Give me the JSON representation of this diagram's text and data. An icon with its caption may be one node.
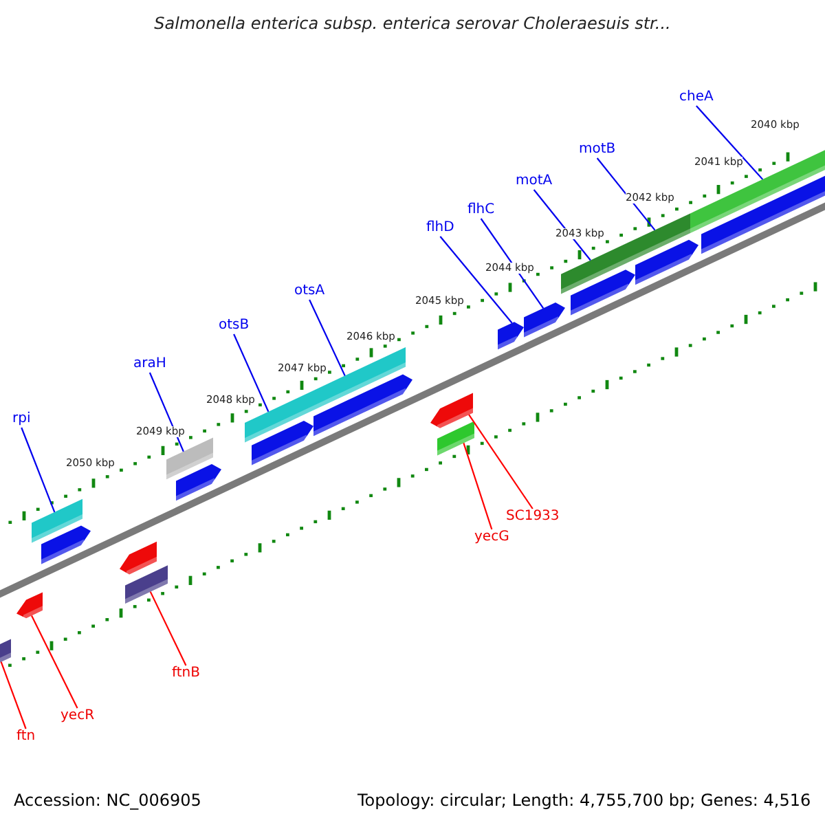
{
  "diagram": {
    "title": "Salmonella enterica subsp. enterica serovar Choleraesuis str...",
    "nodes": [
      {
        "text": [
          "cheA"
        ]
      },
      {
        "text": [
          "motB"
        ]
      },
      {
        "text": [
          "motA"
        ]
      },
      {
        "text": [
          "flhC"
        ]
      },
      {
        "text": [
          "flhD"
        ]
      },
      {
        "text": [
          "otsA"
        ]
      },
      {
        "text": [
          "otsB"
        ]
      },
      {
        "text": [
          "araH"
        ]
      },
      {
        "text": [
          "rpi"
        ]
      },
      {
        "text": [
          "SC1933"
        ]
      },
      {
        "text": [
          "yecG"
        ]
      },
      {
        "text": [
          "ftnB"
        ]
      },
      {
        "text": [
          "yecR"
        ]
      },
      {
        "text": [
          "ftn"
        ]
      },
      {
        "text": [],
        "shape": "bar"
      },
      {
        "text": [],
        "shape": "bar"
      },
      {
        "text": [],
        "shape": "bar"
      },
      {
        "text": [],
        "shape": "arrow"
      },
      {
        "text": [],
        "shape": "arrow"
      },
      {
        "text": [],
        "shape": "bar"
      },
      {
        "text": [],
        "shape": "bar"
      },
      {
        "text": [],
        "shape": "bar"
      },
      {
        "text": [],
        "shape": "bar"
      },
      {
        "text": [],
        "shape": "arrow"
      },
      {
        "text": [],
        "shape": "bar"
      },
      {
        "text": [],
        "shape": "bar"
      },
      {
        "text": [],
        "shape": "arrow"
      },
      {
        "text": [],
        "shape": "bar"
      },
      {
        "text": [],
        "shape": "arrow"
      },
      {
        "text": [],
        "shape": "arrow"
      },
      {
        "text": [],
        "shape": "arrow"
      },
      {
        "text": [],
        "shape": "arrow"
      },
      {
        "text": [],
        "shape": "arrow"
      },
      {
        "text": [],
        "shape": "arrow"
      },
      {
        "text": [],
        "shape": "arrow"
      },
      {
        "text": [],
        "shape": "arrow"
      }
    ],
    "edges": [
      {
        "from": 0,
        "to": 14,
        "arrow": "none"
      },
      {
        "from": 1,
        "to": 15,
        "arrow": "none"
      },
      {
        "from": 2,
        "to": 16,
        "arrow": "none"
      },
      {
        "from": 3,
        "to": 17,
        "arrow": "none"
      },
      {
        "from": 4,
        "to": 18,
        "arrow": "none"
      },
      {
        "from": 5,
        "to": 19,
        "arrow": "none"
      },
      {
        "from": 6,
        "to": 20,
        "arrow": "none"
      },
      {
        "from": 7,
        "to": 21,
        "arrow": "none"
      },
      {
        "from": 8,
        "to": 22,
        "arrow": "none"
      },
      {
        "from": 9,
        "to": 23,
        "arrow": "none",
        "color": "#ff0000"
      },
      {
        "from": 10,
        "to": 24,
        "arrow": "none",
        "color": "#ff0000"
      },
      {
        "from": 11,
        "to": 25,
        "arrow": "none",
        "color": "#ff0000"
      },
      {
        "from": 12,
        "to": 26,
        "arrow": "none",
        "color": "#ff0000"
      },
      {
        "from": 13,
        "to": 27,
        "arrow": "none",
        "color": "#ff0000"
      }
    ],
    "labels": [
      "2040 kbp",
      "2041 kbp",
      "2042 kbp",
      "2043 kbp",
      "2044 kbp",
      "2045 kbp",
      "2046 kbp",
      "2047 kbp",
      "2048 kbp",
      "2049 kbp",
      "2050 kbp",
      "Accession: NC_006905",
      "Topology: circular; Length: 4,755,700 bp; Genes: 4,516"
    ]
  }
}
